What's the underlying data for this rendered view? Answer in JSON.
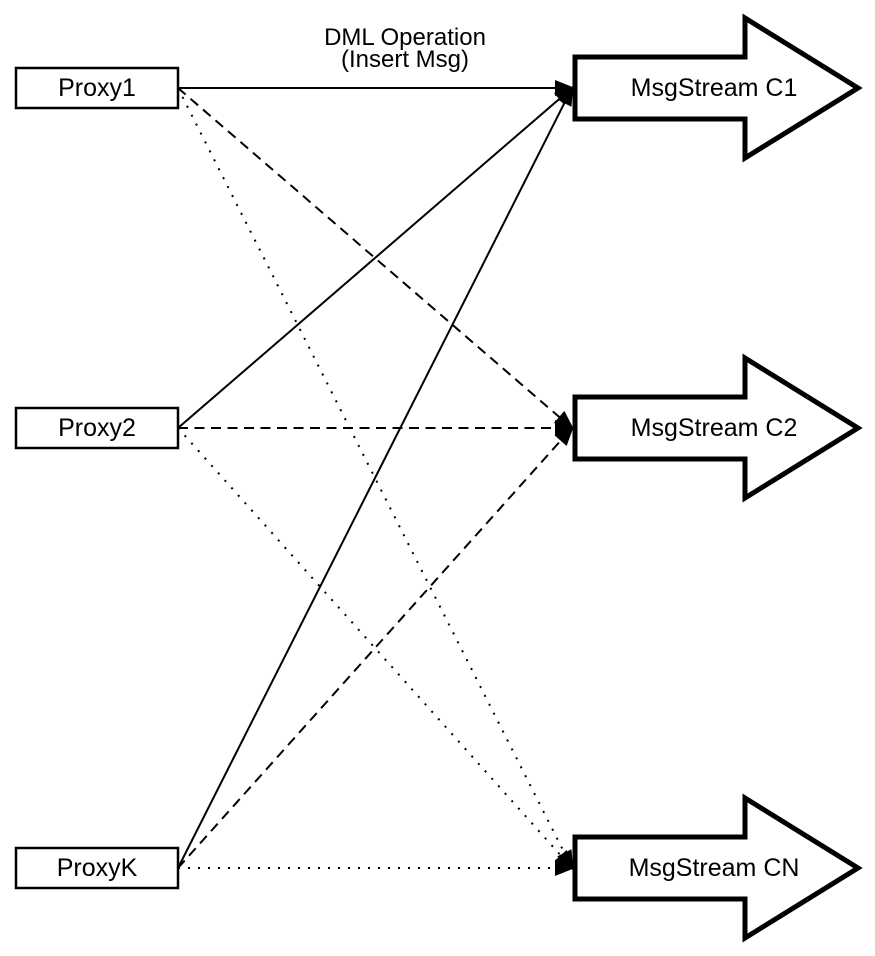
{
  "diagram": {
    "background_color": "#ffffff",
    "stroke_color": "#000000",
    "fill_color": "#ffffff",
    "annotation": {
      "line1": "DML Operation",
      "line2": "(Insert Msg)"
    },
    "proxies": [
      {
        "id": "proxy-1",
        "label": "Proxy1"
      },
      {
        "id": "proxy-2",
        "label": "Proxy2"
      },
      {
        "id": "proxy-k",
        "label": "ProxyK"
      }
    ],
    "streams": [
      {
        "id": "stream-c1",
        "label": "MsgStream C1"
      },
      {
        "id": "stream-c2",
        "label": "MsgStream C2"
      },
      {
        "id": "stream-cn",
        "label": "MsgStream CN"
      }
    ],
    "connections": [
      {
        "from": "Proxy1",
        "to": "MsgStream C1",
        "style": "solid",
        "arrowhead": "filled-triangle"
      },
      {
        "from": "Proxy1",
        "to": "MsgStream C2",
        "style": "dashed",
        "arrowhead": "filled-triangle"
      },
      {
        "from": "Proxy1",
        "to": "MsgStream CN",
        "style": "dotted",
        "arrowhead": "filled-triangle"
      },
      {
        "from": "Proxy2",
        "to": "MsgStream C1",
        "style": "solid",
        "arrowhead": "filled-triangle"
      },
      {
        "from": "Proxy2",
        "to": "MsgStream C2",
        "style": "dashed",
        "arrowhead": "filled-triangle"
      },
      {
        "from": "Proxy2",
        "to": "MsgStream CN",
        "style": "dotted",
        "arrowhead": "filled-triangle"
      },
      {
        "from": "ProxyK",
        "to": "MsgStream C1",
        "style": "solid",
        "arrowhead": "filled-triangle"
      },
      {
        "from": "ProxyK",
        "to": "MsgStream C2",
        "style": "dashed",
        "arrowhead": "filled-triangle"
      },
      {
        "from": "ProxyK",
        "to": "MsgStream CN",
        "style": "dotted",
        "arrowhead": "filled-triangle"
      }
    ]
  }
}
